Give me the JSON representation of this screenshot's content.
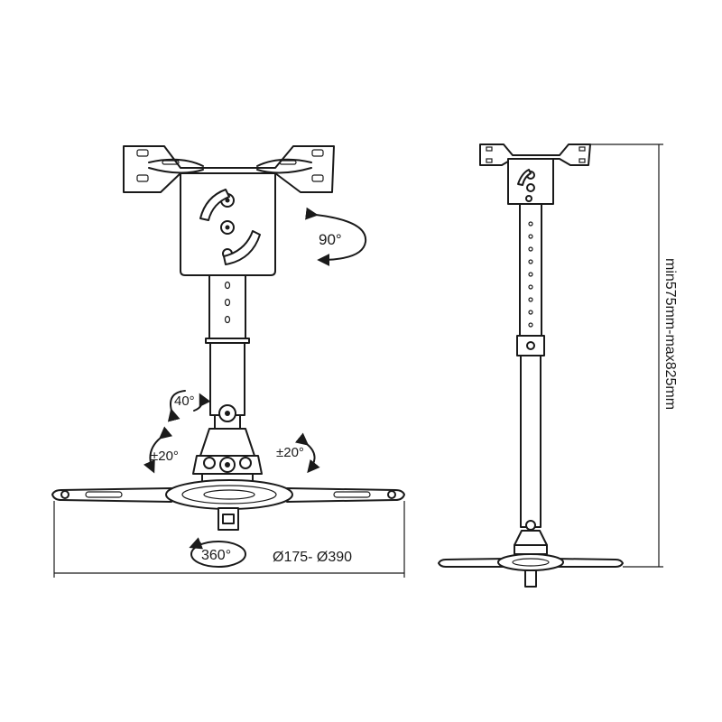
{
  "labels": {
    "rotate_90": "90°",
    "tilt_40": "40°",
    "tilt_left": "±20°",
    "tilt_right": "±20°",
    "rotate_360": "360°",
    "diameter_range": "Ø175- Ø390",
    "height_range": "min575mm-max825mm"
  },
  "colors": {
    "line": "#1a1a1a",
    "background": "#ffffff"
  }
}
